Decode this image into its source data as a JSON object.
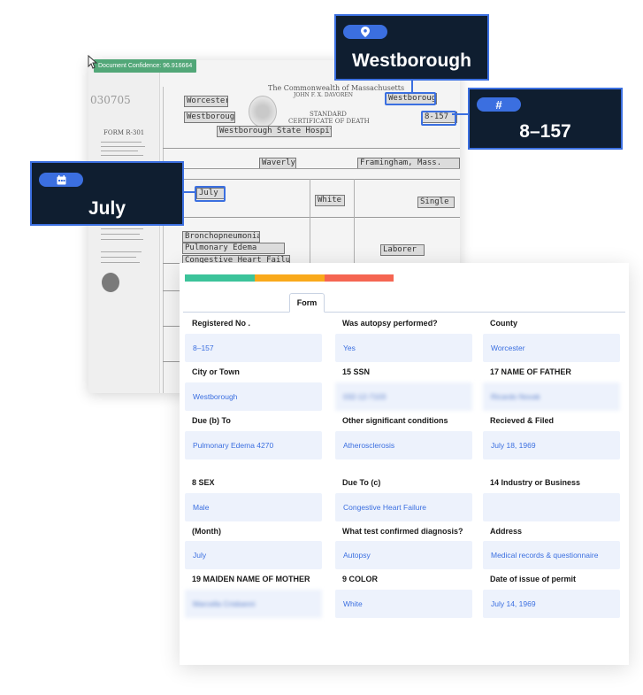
{
  "document": {
    "confidence_badge": "Document Confidence: 96.916664",
    "callouts": {
      "city": {
        "icon": "location-pin-icon",
        "value": "Westborough"
      },
      "number": {
        "icon": "hash-icon",
        "icon_glyph": "#",
        "value": "8–157"
      },
      "month": {
        "icon": "calendar-icon",
        "value": "July"
      }
    },
    "scan": {
      "stamp_number": "030705",
      "form_name": "FORM R-301",
      "header": "The Commonwealth of Massachusetts",
      "secretary": "JOHN F. X. DAVOREN",
      "title_1": "STANDARD",
      "title_2": "CERTIFICATE OF DEATH",
      "county_box": "Worcester",
      "city_box": "Westborough",
      "hospital_box": "Westborough State Hospital",
      "top_city_box": "Westborough",
      "reg_number_box": "8-157",
      "residence_box": "Waverly",
      "residence_city_box": "Framingham, Mass.",
      "month_box": "July",
      "color_box": "White",
      "marital_box": "Single",
      "cause_1_box": "Bronchopneumonia",
      "cause_2_box": "Pulmonary Edema",
      "cause_3_box": "Congestive Heart Failure",
      "occupation_box": "Laborer"
    }
  },
  "form": {
    "tab_label": "Form",
    "progress_colors": [
      "#3cc39a",
      "#f9a91b",
      "#f56552"
    ],
    "fields": [
      {
        "label": "Registered No .",
        "value": "8–157",
        "blurred": false
      },
      {
        "label": "Was autopsy performed?",
        "value": "Yes",
        "blurred": false
      },
      {
        "label": "County",
        "value": "Worcester",
        "blurred": false
      },
      {
        "label": "City or Town",
        "value": "Westborough",
        "blurred": false
      },
      {
        "label": "15 SSN",
        "value": "032-12-7103",
        "blurred": true
      },
      {
        "label": "17 NAME OF FATHER",
        "value": "Ricardo Novak",
        "blurred": true
      },
      {
        "label": "Due (b) To",
        "value": "Pulmonary Edema 4270",
        "blurred": false
      },
      {
        "label": "Other significant conditions",
        "value": "Atherosclerosis",
        "blurred": false
      },
      {
        "label": "Recieved & Filed",
        "value": "July 18, 1969",
        "blurred": false
      },
      {
        "label": "8 SEX",
        "value": "Male",
        "blurred": false
      },
      {
        "label": "Due To (c)",
        "value": "Congestive Heart Failure",
        "blurred": false
      },
      {
        "label": "14 Industry or Business",
        "value": "",
        "blurred": false
      },
      {
        "label": "(Month)",
        "value": "July",
        "blurred": false
      },
      {
        "label": "What test confirmed diagnosis?",
        "value": "Autopsy",
        "blurred": false
      },
      {
        "label": "Address",
        "value": "Medical records & questionnaire",
        "blurred": false
      },
      {
        "label": "19 MAIDEN NAME OF MOTHER",
        "value": "Marcella Crisbanni",
        "blurred": true
      },
      {
        "label": "9 COLOR",
        "value": "White",
        "blurred": false
      },
      {
        "label": "Date of issue of permit",
        "value": "July 14, 1969",
        "blurred": false
      }
    ]
  }
}
